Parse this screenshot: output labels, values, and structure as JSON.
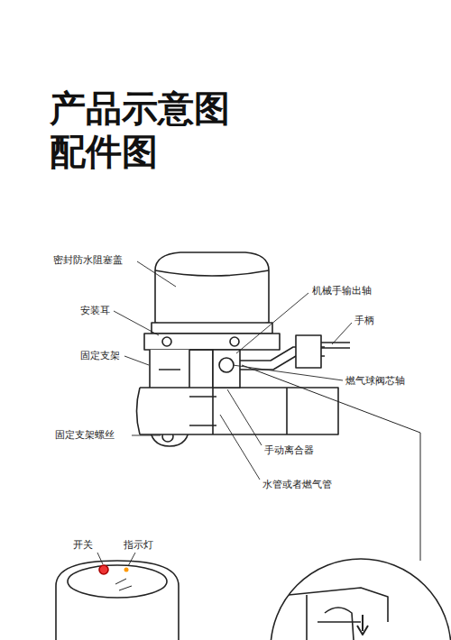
{
  "diagram": {
    "title": "产品示意图 配件图",
    "labels": [
      "密封防水阻塞盖",
      "安装耳",
      "固定支架",
      "固定支架螺丝",
      "机械手输出轴",
      "手柄",
      "燃气球阀芯轴",
      "手动离合器",
      "水管或者燃气管",
      "开关",
      "指示灯"
    ]
  }
}
